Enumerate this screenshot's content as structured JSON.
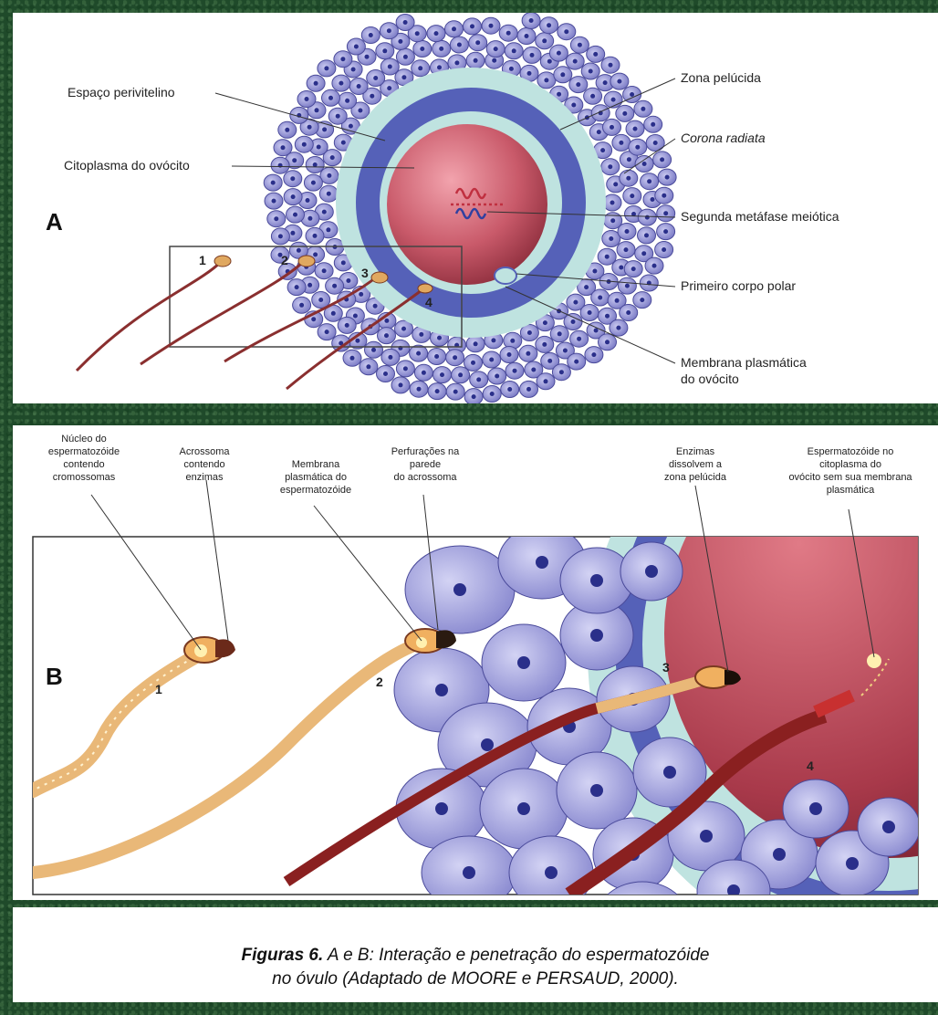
{
  "panelA": {
    "letter": "A",
    "labels": {
      "perivitelline": "Espaço perivitelino",
      "cytoplasm": "Citoplasma do ovócito",
      "zona": "Zona pelúcida",
      "corona": "Corona radiata",
      "metaphase": "Segunda metáfase meiótica",
      "polar_body": "Primeiro corpo polar",
      "membrane_line1": "Membrana plasmática",
      "membrane_line2": "do ovócito"
    },
    "sperm_numbers": [
      "1",
      "2",
      "3",
      "4"
    ]
  },
  "panelB": {
    "letter": "B",
    "labels": {
      "nucleus": [
        "Núcleo do",
        "espermatozóide",
        "contendo",
        "cromossomas"
      ],
      "acrosome": [
        "Acrossoma",
        "contendo",
        "enzimas"
      ],
      "sperm_membrane": [
        "Membrana",
        "plasmática do",
        "espermatozóide"
      ],
      "perforations": [
        "Perfurações na",
        "parede",
        "do acrossoma"
      ],
      "enzymes": [
        "Enzimas",
        "dissolvem a",
        "zona pelúcida"
      ],
      "inside": [
        "Espermatozóide no",
        "citoplasma do",
        "ovócito sem sua membrana",
        "plasmática"
      ]
    },
    "sperm_numbers": [
      "1",
      "2",
      "3",
      "4"
    ]
  },
  "caption": {
    "bold": "Figuras 6.",
    "line1_rest": " A e B: Interação e penetração do espermatozóide",
    "line2": "no óvulo (Adaptado de MOORE e PERSAUD, 2000)."
  },
  "colors": {
    "cell": "#8f8fd6",
    "cell_nucleus": "#2a2f8a",
    "zona": "#5561b8",
    "perivitelline": "#bfe3e0",
    "cytoplasm": "#c95a6a",
    "sperm": "#e0a860"
  }
}
